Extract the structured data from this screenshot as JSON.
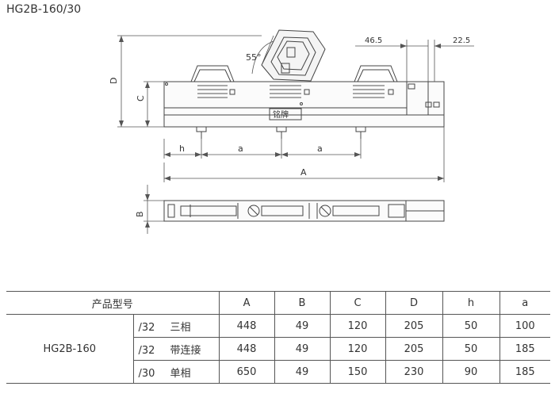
{
  "header": {
    "title": "HG2B-160/30"
  },
  "drawing": {
    "angle_label": "55°",
    "dim_top_left": "46.5",
    "dim_top_right": "22.5",
    "label_D": "D",
    "label_C": "C",
    "label_h": "h",
    "label_a1": "a",
    "label_a2": "a",
    "label_A": "A",
    "label_B": "B",
    "nameplate": "铭牌"
  },
  "table": {
    "headers": [
      "产品型号",
      "A",
      "B",
      "C",
      "D",
      "h",
      "a"
    ],
    "model": "HG2B-160",
    "rows": [
      {
        "code": "/32",
        "desc": "三相",
        "values": [
          "448",
          "49",
          "120",
          "205",
          "50",
          "100"
        ]
      },
      {
        "code": "/32",
        "desc": "带连接",
        "values": [
          "448",
          "49",
          "120",
          "205",
          "50",
          "185"
        ]
      },
      {
        "code": "/30",
        "desc": "单相",
        "values": [
          "650",
          "49",
          "150",
          "230",
          "90",
          "185"
        ]
      }
    ]
  }
}
